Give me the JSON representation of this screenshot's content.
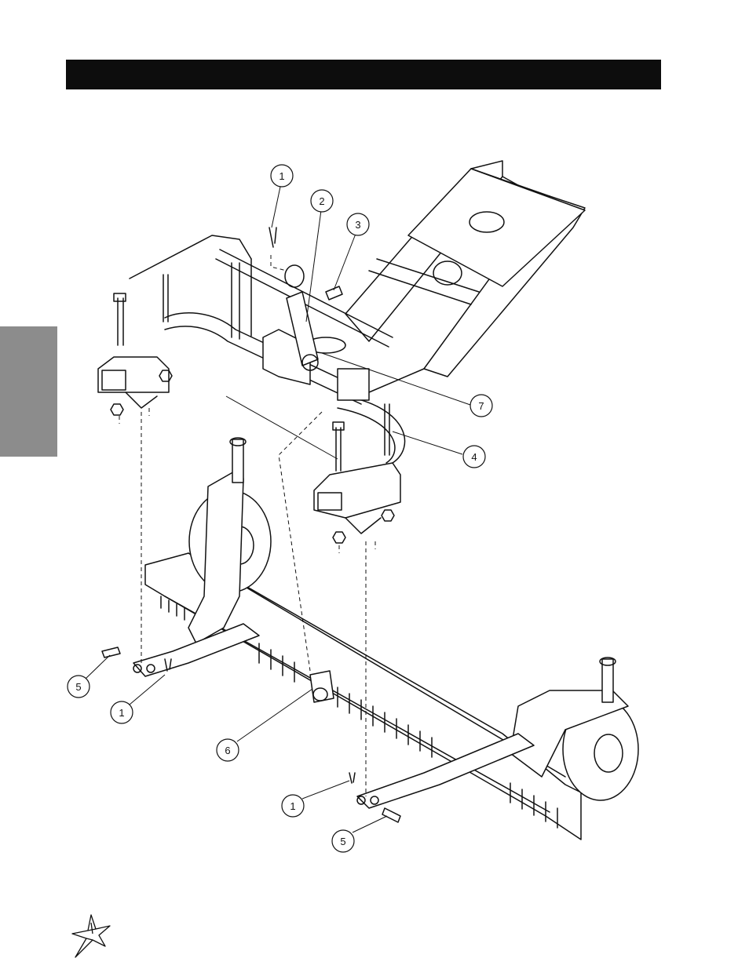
{
  "header": {
    "title": ""
  },
  "side_tab": {
    "label": ""
  },
  "callouts": [
    {
      "id": "c1a",
      "number": "1"
    },
    {
      "id": "c2",
      "number": "2"
    },
    {
      "id": "c3",
      "number": "3"
    },
    {
      "id": "c7",
      "number": "7"
    },
    {
      "id": "c4",
      "number": "4"
    },
    {
      "id": "c5a",
      "number": "5"
    },
    {
      "id": "c1b",
      "number": "1"
    },
    {
      "id": "c6",
      "number": "6"
    },
    {
      "id": "c1c",
      "number": "1"
    },
    {
      "id": "c5b",
      "number": "5"
    }
  ],
  "logo": {
    "icon": "star-burst-logo-icon"
  }
}
